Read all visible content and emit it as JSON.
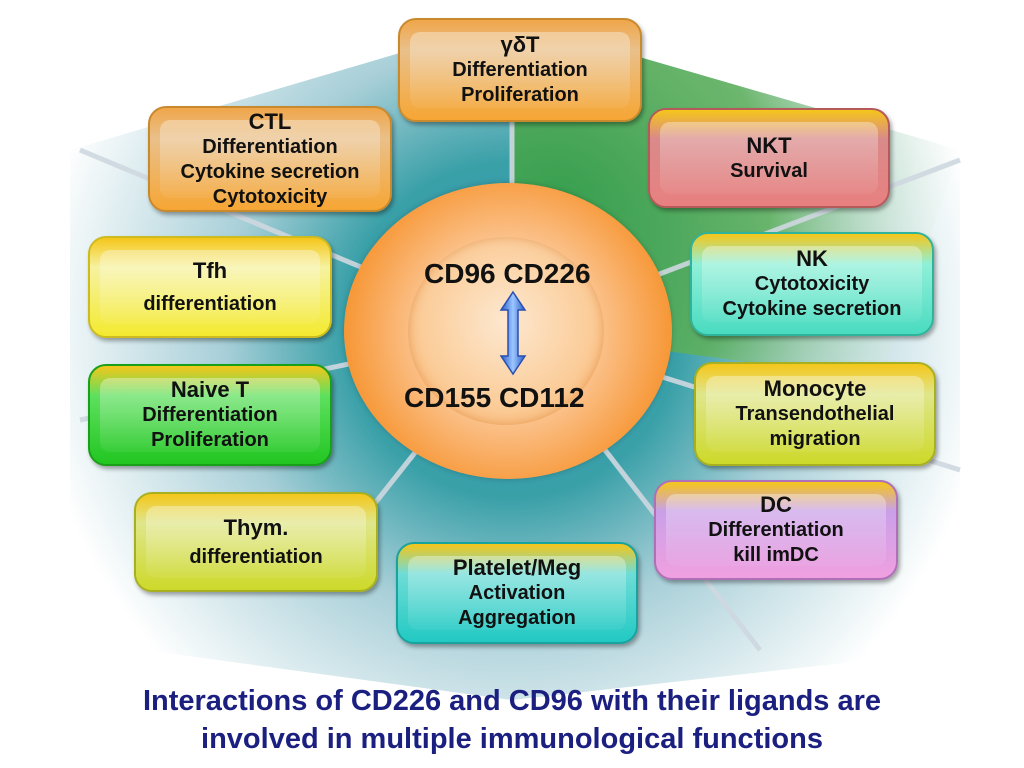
{
  "center": {
    "top_label": "CD96 CD226",
    "bottom_label": "CD155 CD112"
  },
  "boxes": {
    "gdt": {
      "title": "γδT",
      "lines": [
        "Differentiation",
        "Proliferation"
      ]
    },
    "ctl": {
      "title": "CTL",
      "lines": [
        "Differentiation",
        "Cytokine secretion",
        "Cytotoxicity"
      ]
    },
    "nkt": {
      "title": "NKT",
      "lines": [
        "Survival"
      ]
    },
    "tfh": {
      "title": "Tfh",
      "lines": [
        "differentiation"
      ]
    },
    "nk": {
      "title": "NK",
      "lines": [
        "Cytotoxicity",
        "Cytokine secretion"
      ]
    },
    "naive": {
      "title": "Naive T",
      "lines": [
        "Differentiation",
        "Proliferation"
      ]
    },
    "monocyte": {
      "title": "Monocyte",
      "lines": [
        "Transendothelial",
        "migration"
      ]
    },
    "thym": {
      "title": "Thym.",
      "lines": [
        "differentiation"
      ]
    },
    "dc": {
      "title": "DC",
      "lines": [
        "Differentiation",
        "kill imDC"
      ]
    },
    "platelet": {
      "title": "Platelet/Meg",
      "lines": [
        "Activation",
        "Aggregation"
      ]
    }
  },
  "caption": {
    "line1": "Interactions of CD226 and CD96 with their ligands are",
    "line2": "involved in multiple immunological functions"
  },
  "colors": {
    "caption": "#1b2080",
    "arrow": "#3a6fd8",
    "background_green": "#3aa03a",
    "background_blue": "#1e7fc0"
  }
}
